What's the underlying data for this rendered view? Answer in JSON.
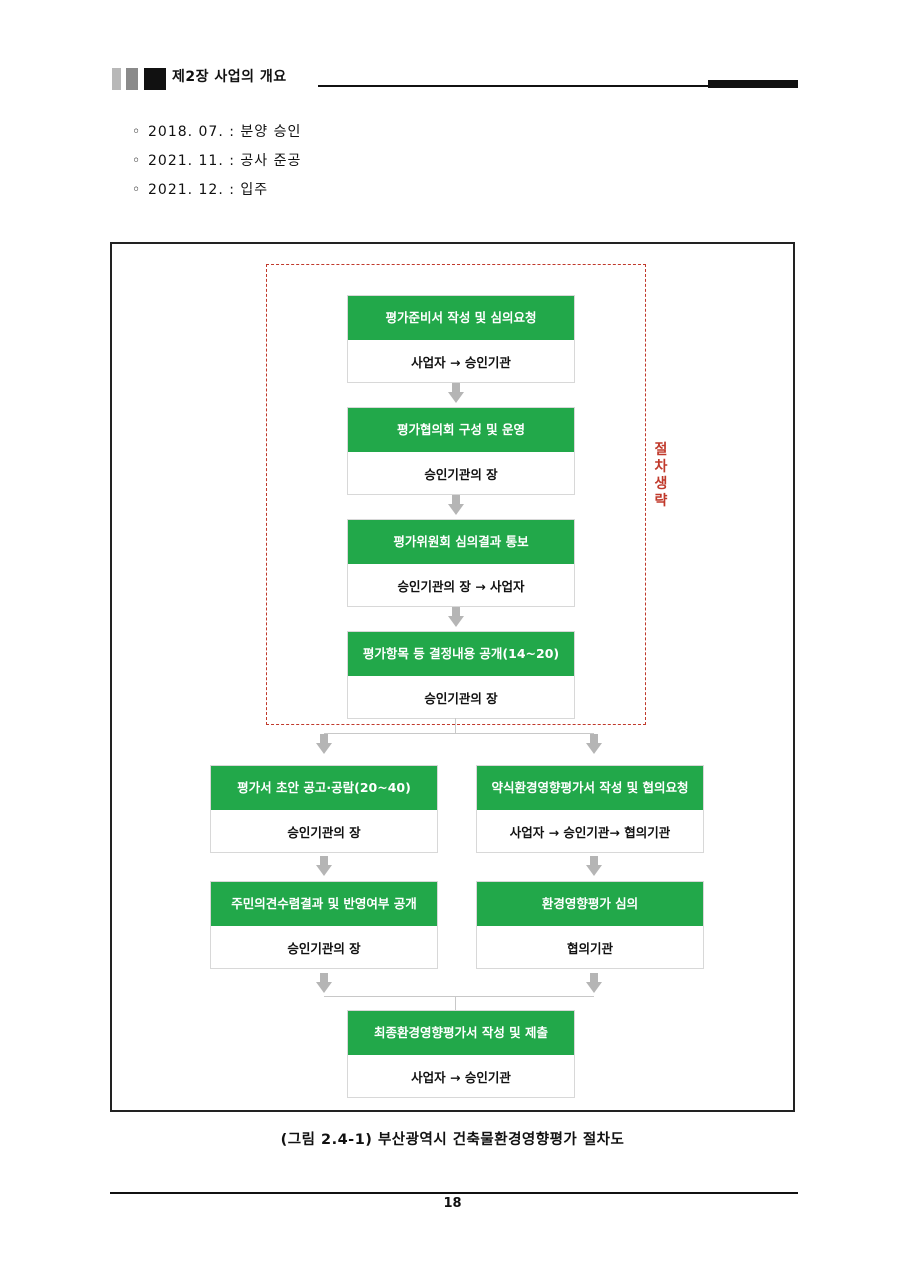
{
  "header": {
    "chapter_title": "제2장 사업의 개요"
  },
  "bullets": [
    {
      "marker": "◦",
      "text": "2018. 07. : 분양 승인"
    },
    {
      "marker": "◦",
      "text": "2021. 11. : 공사 준공"
    },
    {
      "marker": "◦",
      "text": "2021. 12. : 입주"
    }
  ],
  "diagram": {
    "omitted_label": "절차생략",
    "steps": [
      {
        "title": "평가준비서 작성 및 심의요청",
        "actor": "사업자 → 승인기관"
      },
      {
        "title": "평가협의회 구성 및 운영",
        "actor": "승인기관의 장"
      },
      {
        "title": "평가위원회 심의결과 통보",
        "actor": "승인기관의 장 → 사업자"
      },
      {
        "title": "평가항목 등 결정내용 공개(14~20)",
        "actor": "승인기관의 장"
      }
    ],
    "left_branch": [
      {
        "title": "평가서 초안 공고·공람(20~40)",
        "actor": "승인기관의 장"
      },
      {
        "title": "주민의견수렴결과 및 반영여부 공개",
        "actor": "승인기관의 장"
      }
    ],
    "right_branch": [
      {
        "title": "약식환경영향평가서 작성 및 협의요청",
        "actor": "사업자 → 승인기관→ 협의기관"
      },
      {
        "title": "환경영향평가 심의",
        "actor": "협의기관"
      }
    ],
    "final_step": {
      "title": "최종환경영향평가서 작성 및 제출",
      "actor": "사업자 → 승인기관"
    },
    "colors": {
      "box_header": "#22a84a",
      "arrow": "#b5b5b5",
      "dashed_border": "#c0392b"
    }
  },
  "caption": "(그림 2.4-1)  부산광역시 건축물환경영향평가 절차도",
  "page_number": "18"
}
